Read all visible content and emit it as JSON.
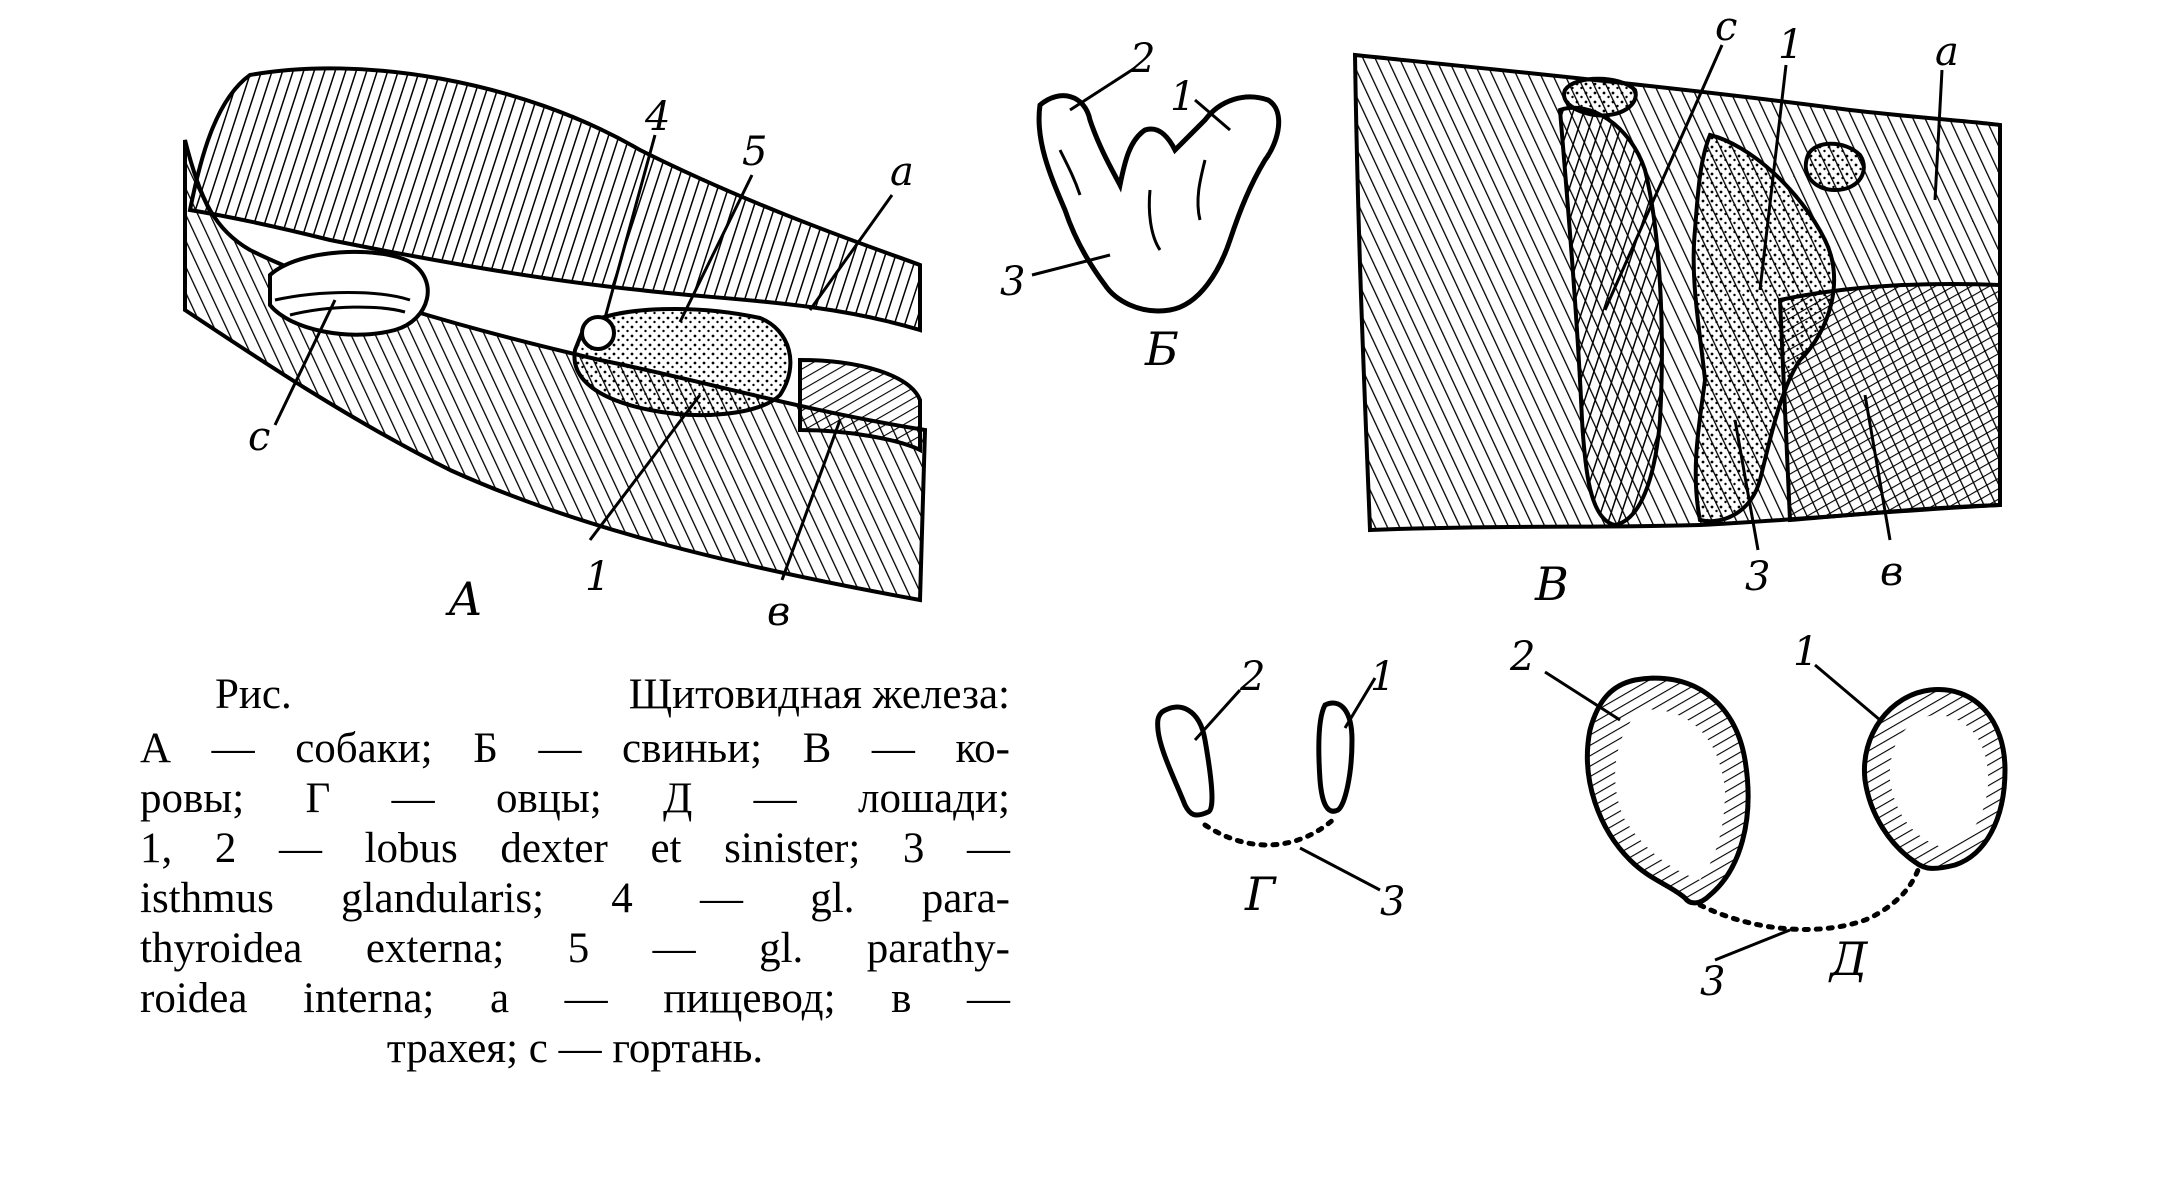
{
  "panels": {
    "A": {
      "panel_label": "А",
      "labels": {
        "l4": "4",
        "l5": "5",
        "la": "а",
        "lc": "с",
        "l1": "1",
        "lv": "в"
      }
    },
    "B": {
      "panel_label": "Б",
      "labels": {
        "l2": "2",
        "l1": "1",
        "l3": "3"
      }
    },
    "V": {
      "panel_label": "В",
      "labels": {
        "lc": "с",
        "l1": "1",
        "la": "а",
        "l3": "3",
        "lv": "в"
      }
    },
    "G": {
      "panel_label": "Г",
      "labels": {
        "l2": "2",
        "l1": "1",
        "l3": "3"
      }
    },
    "D": {
      "panel_label": "Д",
      "labels": {
        "l2": "2",
        "l1": "1",
        "l3": "3"
      }
    }
  },
  "caption": {
    "prefix": "Рис.",
    "title": "Щитовидная железа:",
    "lines": [
      "А — собаки; Б — свиньи; В — ко-",
      "ровы; Г — овцы; Д — лошади;",
      "1, 2 — lobus dexter et sinister; 3 —",
      "isthmus glandularis; 4 — gl. para-",
      "thyroidea externa; 5 — gl. parathy-",
      "roidea interna; а — пищевод; в —",
      "трахея; с — гортань."
    ]
  }
}
